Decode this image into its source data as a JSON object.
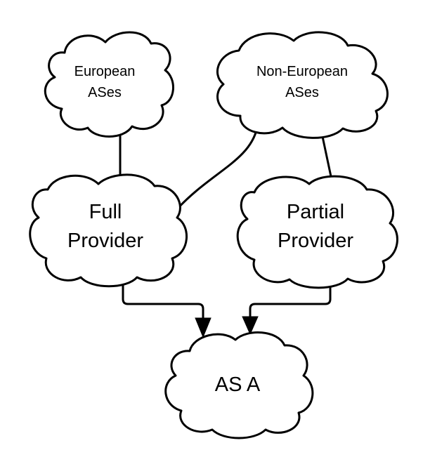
{
  "diagram": {
    "nodes": {
      "european": {
        "line1": "European",
        "line2": "ASes"
      },
      "non_european": {
        "line1": "Non-European",
        "line2": "ASes"
      },
      "full_provider": {
        "line1": "Full",
        "line2": "Provider"
      },
      "partial_provider": {
        "line1": "Partial",
        "line2": "Provider"
      },
      "as_a": {
        "line1": "AS A"
      }
    },
    "edges": [
      {
        "from": "European ASes",
        "to": "Full Provider",
        "arrow": false
      },
      {
        "from": "Non-European ASes",
        "to": "Full Provider",
        "arrow": false
      },
      {
        "from": "Non-European ASes",
        "to": "Partial Provider",
        "arrow": false
      },
      {
        "from": "Full Provider",
        "to": "AS A",
        "arrow": true
      },
      {
        "from": "Partial Provider",
        "to": "AS A",
        "arrow": true
      }
    ],
    "colors": {
      "stroke": "#000000",
      "fill": "#ffffff",
      "background": "#ffffff"
    }
  }
}
